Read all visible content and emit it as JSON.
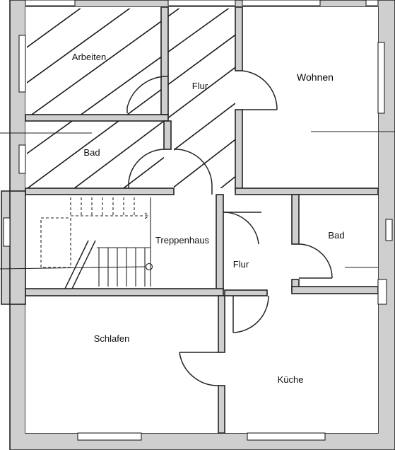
{
  "rooms": {
    "arbeiten": "Arbeiten",
    "flur_top": "Flur",
    "wohnen": "Wohnen",
    "bad_left": "Bad",
    "treppenhaus": "Treppenhaus",
    "bad_right": "Bad",
    "flur_mid": "Flur",
    "schlafen": "Schlafen",
    "kueche": "Küche"
  },
  "colors": {
    "walls": "#cfcfcf",
    "lines": "#222222",
    "background": "#ffffff"
  }
}
